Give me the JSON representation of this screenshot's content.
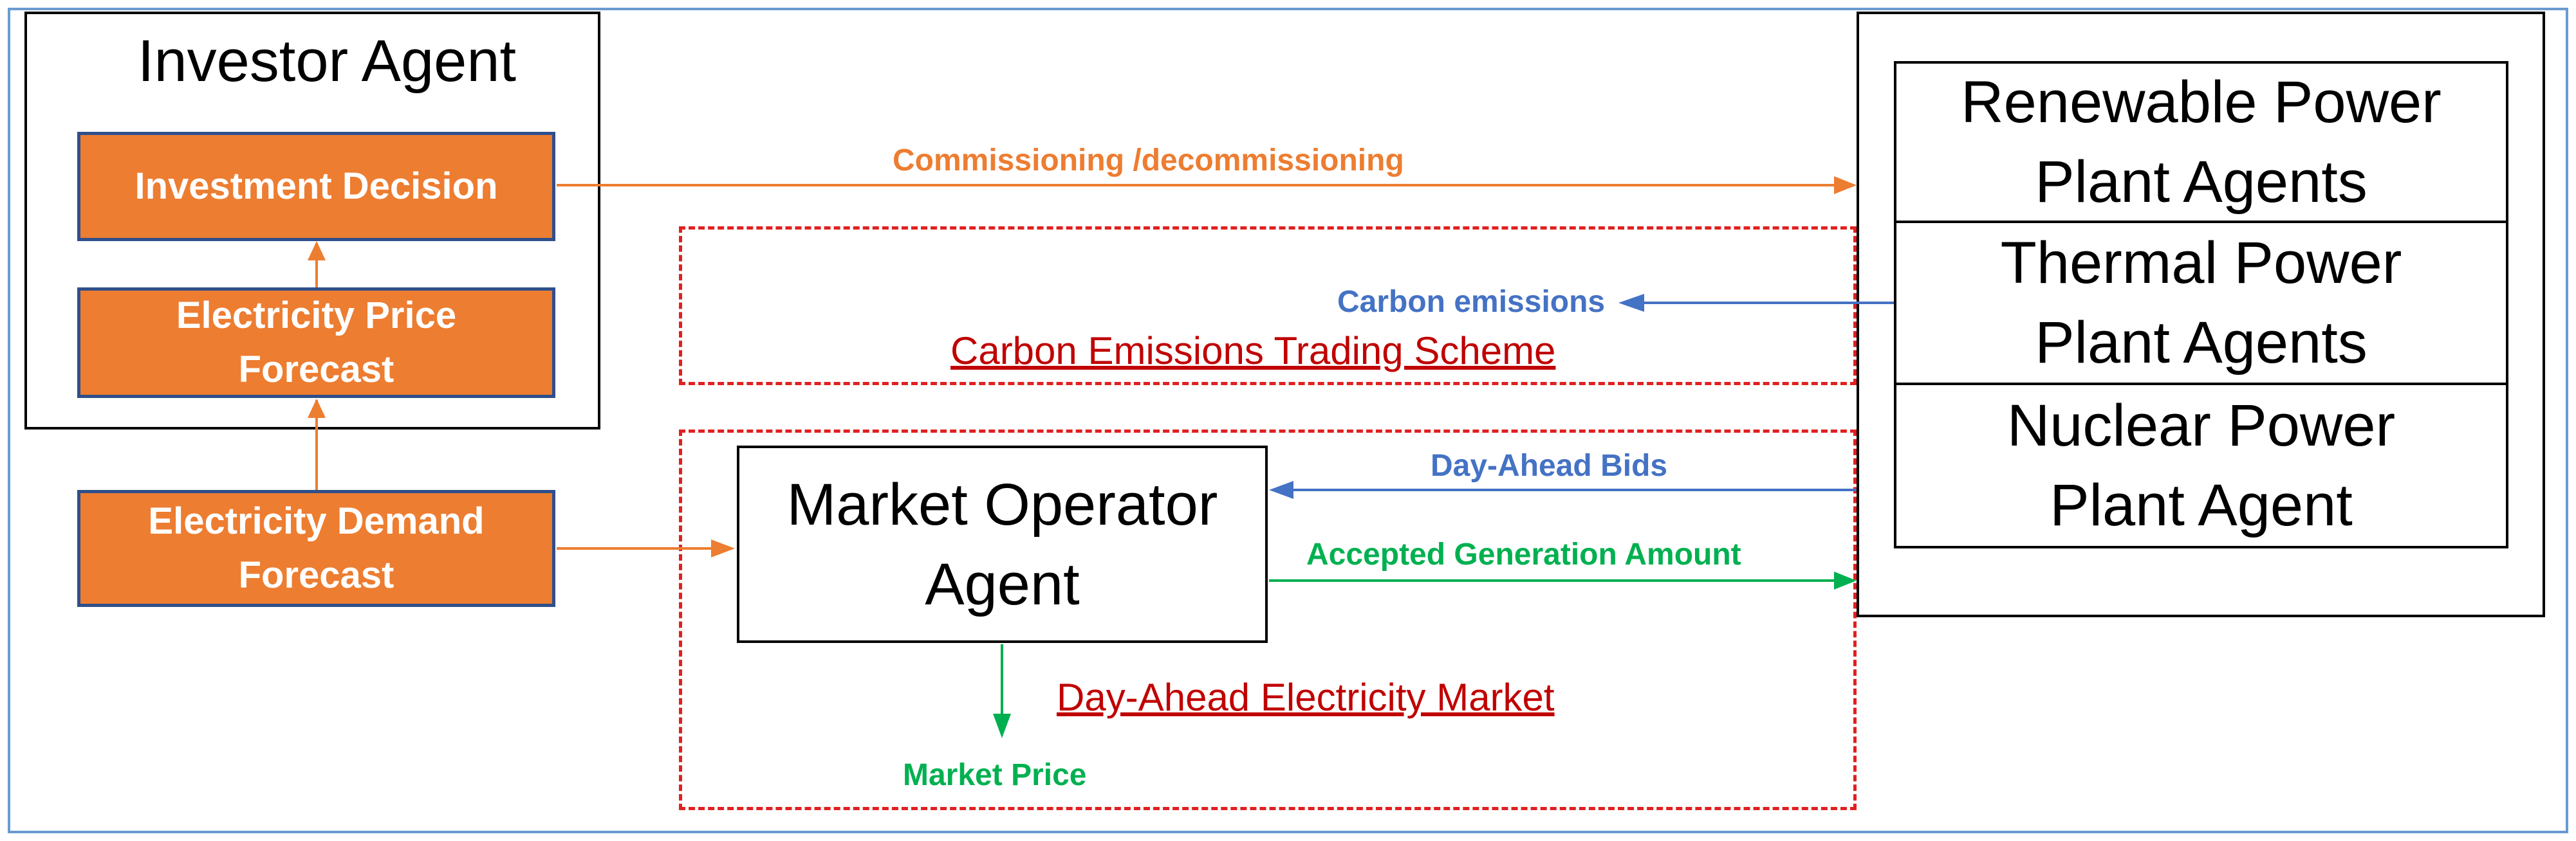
{
  "investor": {
    "title": "Investor Agent",
    "investment_decision": "Investment Decision",
    "price_forecast": "Electricity Price\nForecast"
  },
  "demand_forecast": "Electricity Demand\nForecast",
  "market_operator": "Market Operator\nAgent",
  "plants": {
    "renewable": "Renewable Power\nPlant Agents",
    "thermal": "Thermal Power\nPlant Agents",
    "nuclear": "Nuclear Power\nPlant Agent"
  },
  "arrows": {
    "commissioning": "Commissioning /decommissioning",
    "carbon_emissions": "Carbon emissions",
    "day_ahead_bids": "Day-Ahead Bids",
    "accepted_generation": "Accepted Generation Amount",
    "market_price": "Market Price"
  },
  "schemes": {
    "carbon_trading": "Carbon Emissions Trading Scheme",
    "day_ahead_market": "Day-Ahead Electricity Market"
  },
  "colors": {
    "orange": "#ed7d31",
    "blue": "#4472c4",
    "green": "#00b050",
    "red": "#c00000"
  }
}
